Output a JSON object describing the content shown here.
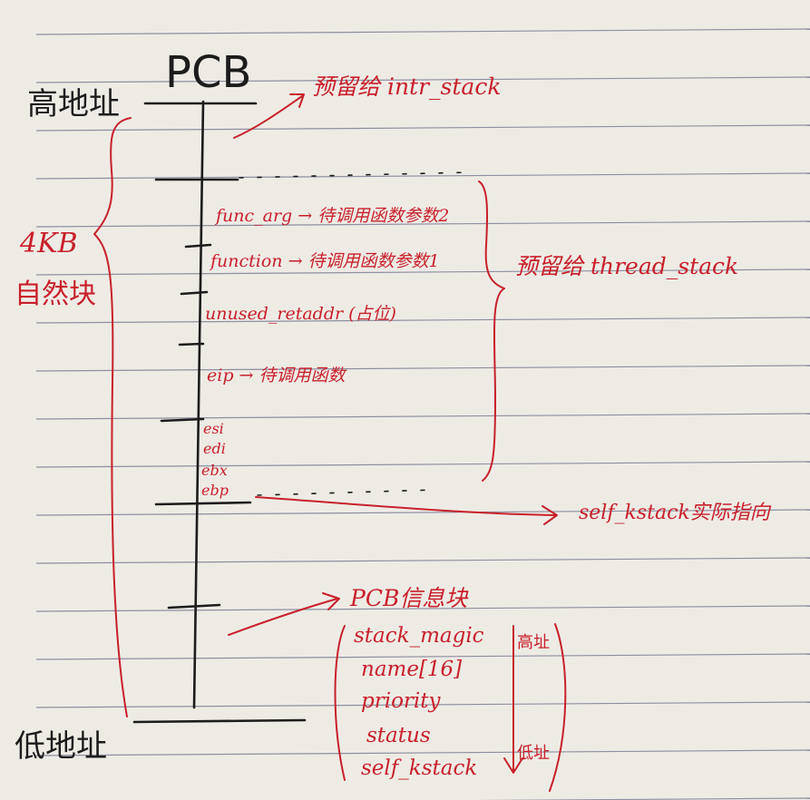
{
  "title": "PCB",
  "high_address": "高地址",
  "low_address": "低地址",
  "size_label_line1": "4KB",
  "size_label_line2": "自然块",
  "intr_stack_label": "预留给 intr_stack",
  "thread_stack_label": "预留给 thread_stack",
  "kstack_label": "self_kstack实际指向",
  "pcb_info_label": "PCB信息块",
  "stack_items": [
    "func_arg → 待调用函数参数2",
    "function → 待调用函数参数1",
    "unused_retaddr (占位)",
    "eip → 待调用函数"
  ],
  "registers": [
    "esi",
    "edi",
    "ebx",
    "ebp"
  ],
  "pcb_fields": [
    "stack_magic",
    "name[16]",
    "priority",
    "status",
    "self_kstack"
  ],
  "field_order_high": "高址",
  "field_order_low": "低址",
  "colors": {
    "ink_black": "#1c1c1c",
    "ink_red": "#c8202a",
    "paper": "#efece6",
    "rule": "#8d8fa0"
  }
}
